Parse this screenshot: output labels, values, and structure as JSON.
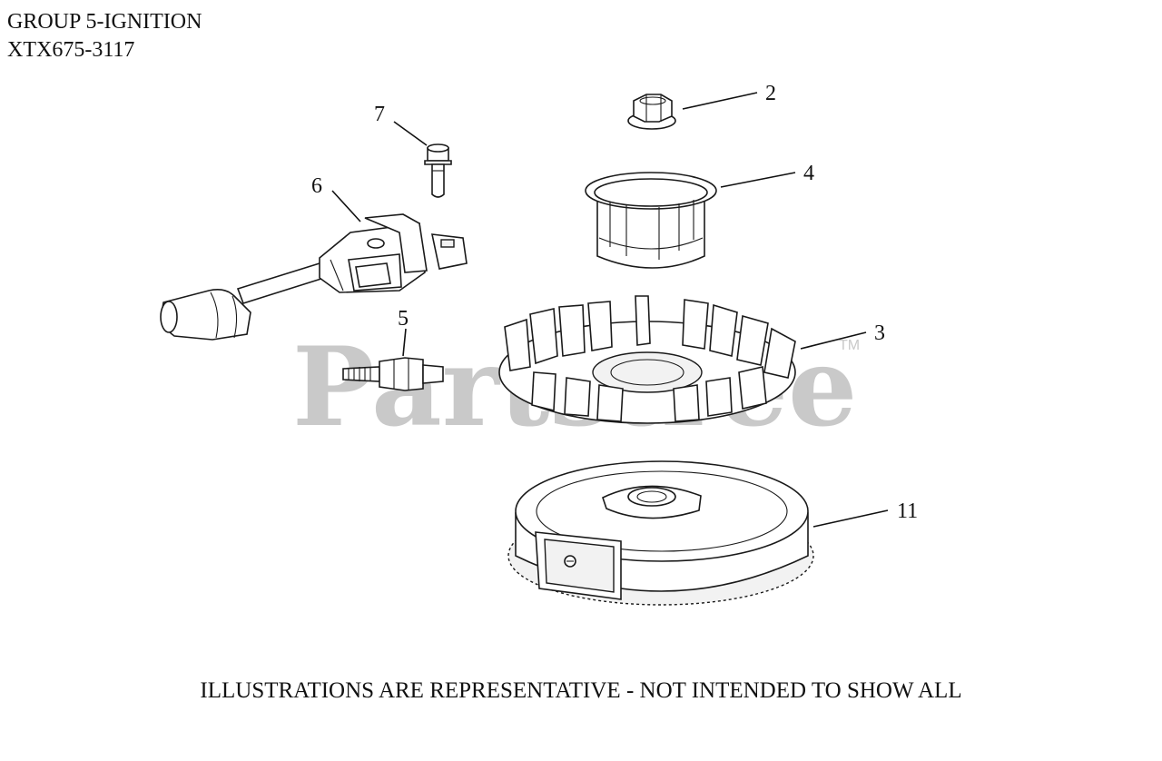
{
  "header": {
    "group": "GROUP 5-IGNITION",
    "model": "XTX675-3117"
  },
  "watermark": {
    "text": "Partstree",
    "tm": "TM"
  },
  "callouts": [
    "2",
    "3",
    "4",
    "5",
    "6",
    "7",
    "11"
  ],
  "parts": [
    {
      "label": "2",
      "icon": "flange-nut-icon"
    },
    {
      "label": "3",
      "icon": "fan-icon"
    },
    {
      "label": "4",
      "icon": "cup-icon"
    },
    {
      "label": "5",
      "icon": "spark-plug-icon"
    },
    {
      "label": "6",
      "icon": "ignition-coil-icon"
    },
    {
      "label": "7",
      "icon": "bolt-icon"
    },
    {
      "label": "11",
      "icon": "flywheel-icon"
    }
  ],
  "footer": "ILLUSTRATIONS ARE REPRESENTATIVE - NOT INTENDED TO SHOW ALL"
}
